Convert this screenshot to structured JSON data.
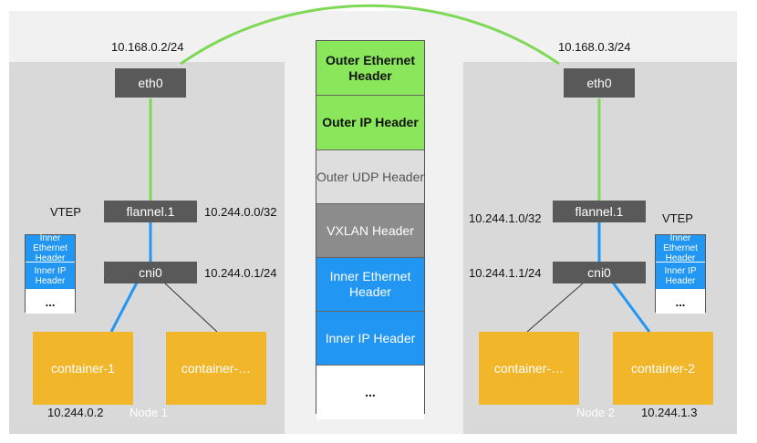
{
  "outer_link": {
    "left_ip": "10.168.0.2/24",
    "right_ip": "10.168.0.3/24"
  },
  "node1": {
    "label": "Node 1",
    "eth0": "eth0",
    "vtep_label": "VTEP",
    "flannel": "flannel.1",
    "flannel_ip": "10.244.0.0/32",
    "cni": "cni0",
    "cni_ip": "10.244.0.1/24",
    "containers": [
      "container-1",
      "container-…"
    ],
    "container_ip": "10.244.0.2",
    "packet": [
      "Inner Ethernet Header",
      "Inner IP Header",
      "..."
    ]
  },
  "node2": {
    "label": "Node 2",
    "eth0": "eth0",
    "vtep_label": "VTEP",
    "flannel": "flannel.1",
    "flannel_ip": "10.244.1.0/32",
    "cni": "cni0",
    "cni_ip": "10.244.1.1/24",
    "containers": [
      "container-…",
      "container-2"
    ],
    "container_ip": "10.244.1.3",
    "packet": [
      "Inner Ethernet Header",
      "Inner IP Header",
      "..."
    ]
  },
  "frame": [
    {
      "label": "Outer Ethernet Header",
      "color": "#8ae65a",
      "text_color": "#111111"
    },
    {
      "label": "Outer IP Header",
      "color": "#8ae65a",
      "text_color": "#111111"
    },
    {
      "label": "Outer UDP Header",
      "color": "#dedede",
      "text_color": "#555555"
    },
    {
      "label": "VXLAN Header",
      "color": "#8c8c8c",
      "text_color": "#ffffff"
    },
    {
      "label": "Inner Ethernet Header",
      "color": "#2196f3",
      "text_color": "#ffffff"
    },
    {
      "label": "Inner IP Header",
      "color": "#2196f3",
      "text_color": "#ffffff"
    },
    {
      "label": "...",
      "color": "#ffffff",
      "text_color": "#111111"
    }
  ],
  "colors": {
    "link_green": "#7ed957",
    "link_blue": "#2196f3",
    "container": "#f2b62b",
    "device": "#595959"
  }
}
